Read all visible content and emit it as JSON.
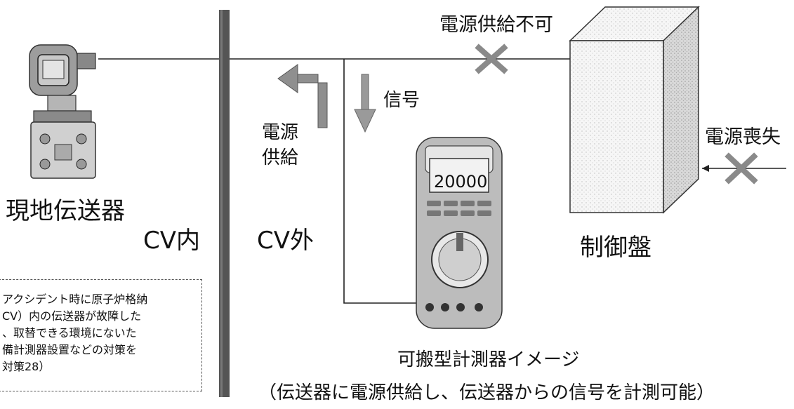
{
  "labels": {
    "power_supply_unavailable": "電源供給不可",
    "signal": "信号",
    "power_supply_line1": "電源",
    "power_supply_line2": "供給",
    "power_loss": "電源喪失",
    "field_transmitter": "現地伝送器",
    "inside_cv": "CV内",
    "outside_cv": "CV外",
    "control_panel": "制御盤",
    "portable_meter": "可搬型計測器イメージ",
    "portable_meter_note": "（伝送器に電源供給し、伝送器からの信号を計測可能）"
  },
  "meter_display": "20000",
  "note_box": {
    "lines": [
      "アクシデント時に原子炉格納",
      "CV）内の伝送器が故障した",
      "、取替できる環境にないた",
      "備計測器設置などの対策を",
      "対策28）"
    ]
  },
  "colors": {
    "wall": "#555555",
    "arrow": "#888888",
    "cross": "#8a8a8a",
    "line": "#222222"
  },
  "icons": {
    "transmitter": "pressure-transmitter-icon",
    "multimeter": "digital-multimeter-icon",
    "cross": "x-mark-icon"
  }
}
